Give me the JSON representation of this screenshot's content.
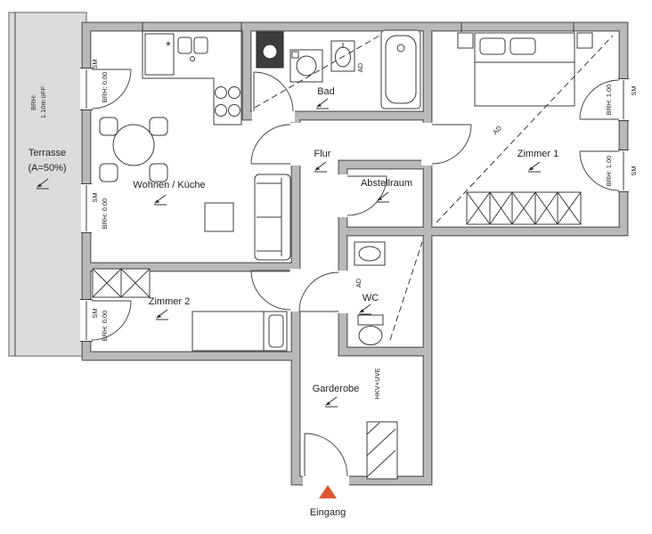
{
  "plan": {
    "rooms": {
      "terrasse": "Terrasse",
      "terrasse_area": "(A=50%)",
      "wohnen_kueche": "Wohnen / Küche",
      "bad": "Bad",
      "flur": "Flur",
      "abstellraum": "Abstellraum",
      "zimmer_1": "Zimmer 1",
      "zimmer_2": "Zimmer 2",
      "wc": "WC",
      "garderobe": "Garderobe",
      "eingang": "Eingang"
    },
    "annotations": {
      "brh_terrasse_1": "BRH:",
      "brh_terrasse_2": "1.10m üFF",
      "brh_000": "BRH: 0.00",
      "brh_100": "BRH: 1.00",
      "sm": "SM",
      "ad": "AD",
      "hkv_uve": "HKV+UVE",
      "dishwasher_mark": "*"
    },
    "colors": {
      "wall_fill": "#b9b9b9",
      "wall_edge": "#6f6f6f",
      "terrace_fill": "#dcdcdc",
      "entrance_marker": "#e0552b",
      "text": "#1f1f1f"
    }
  }
}
